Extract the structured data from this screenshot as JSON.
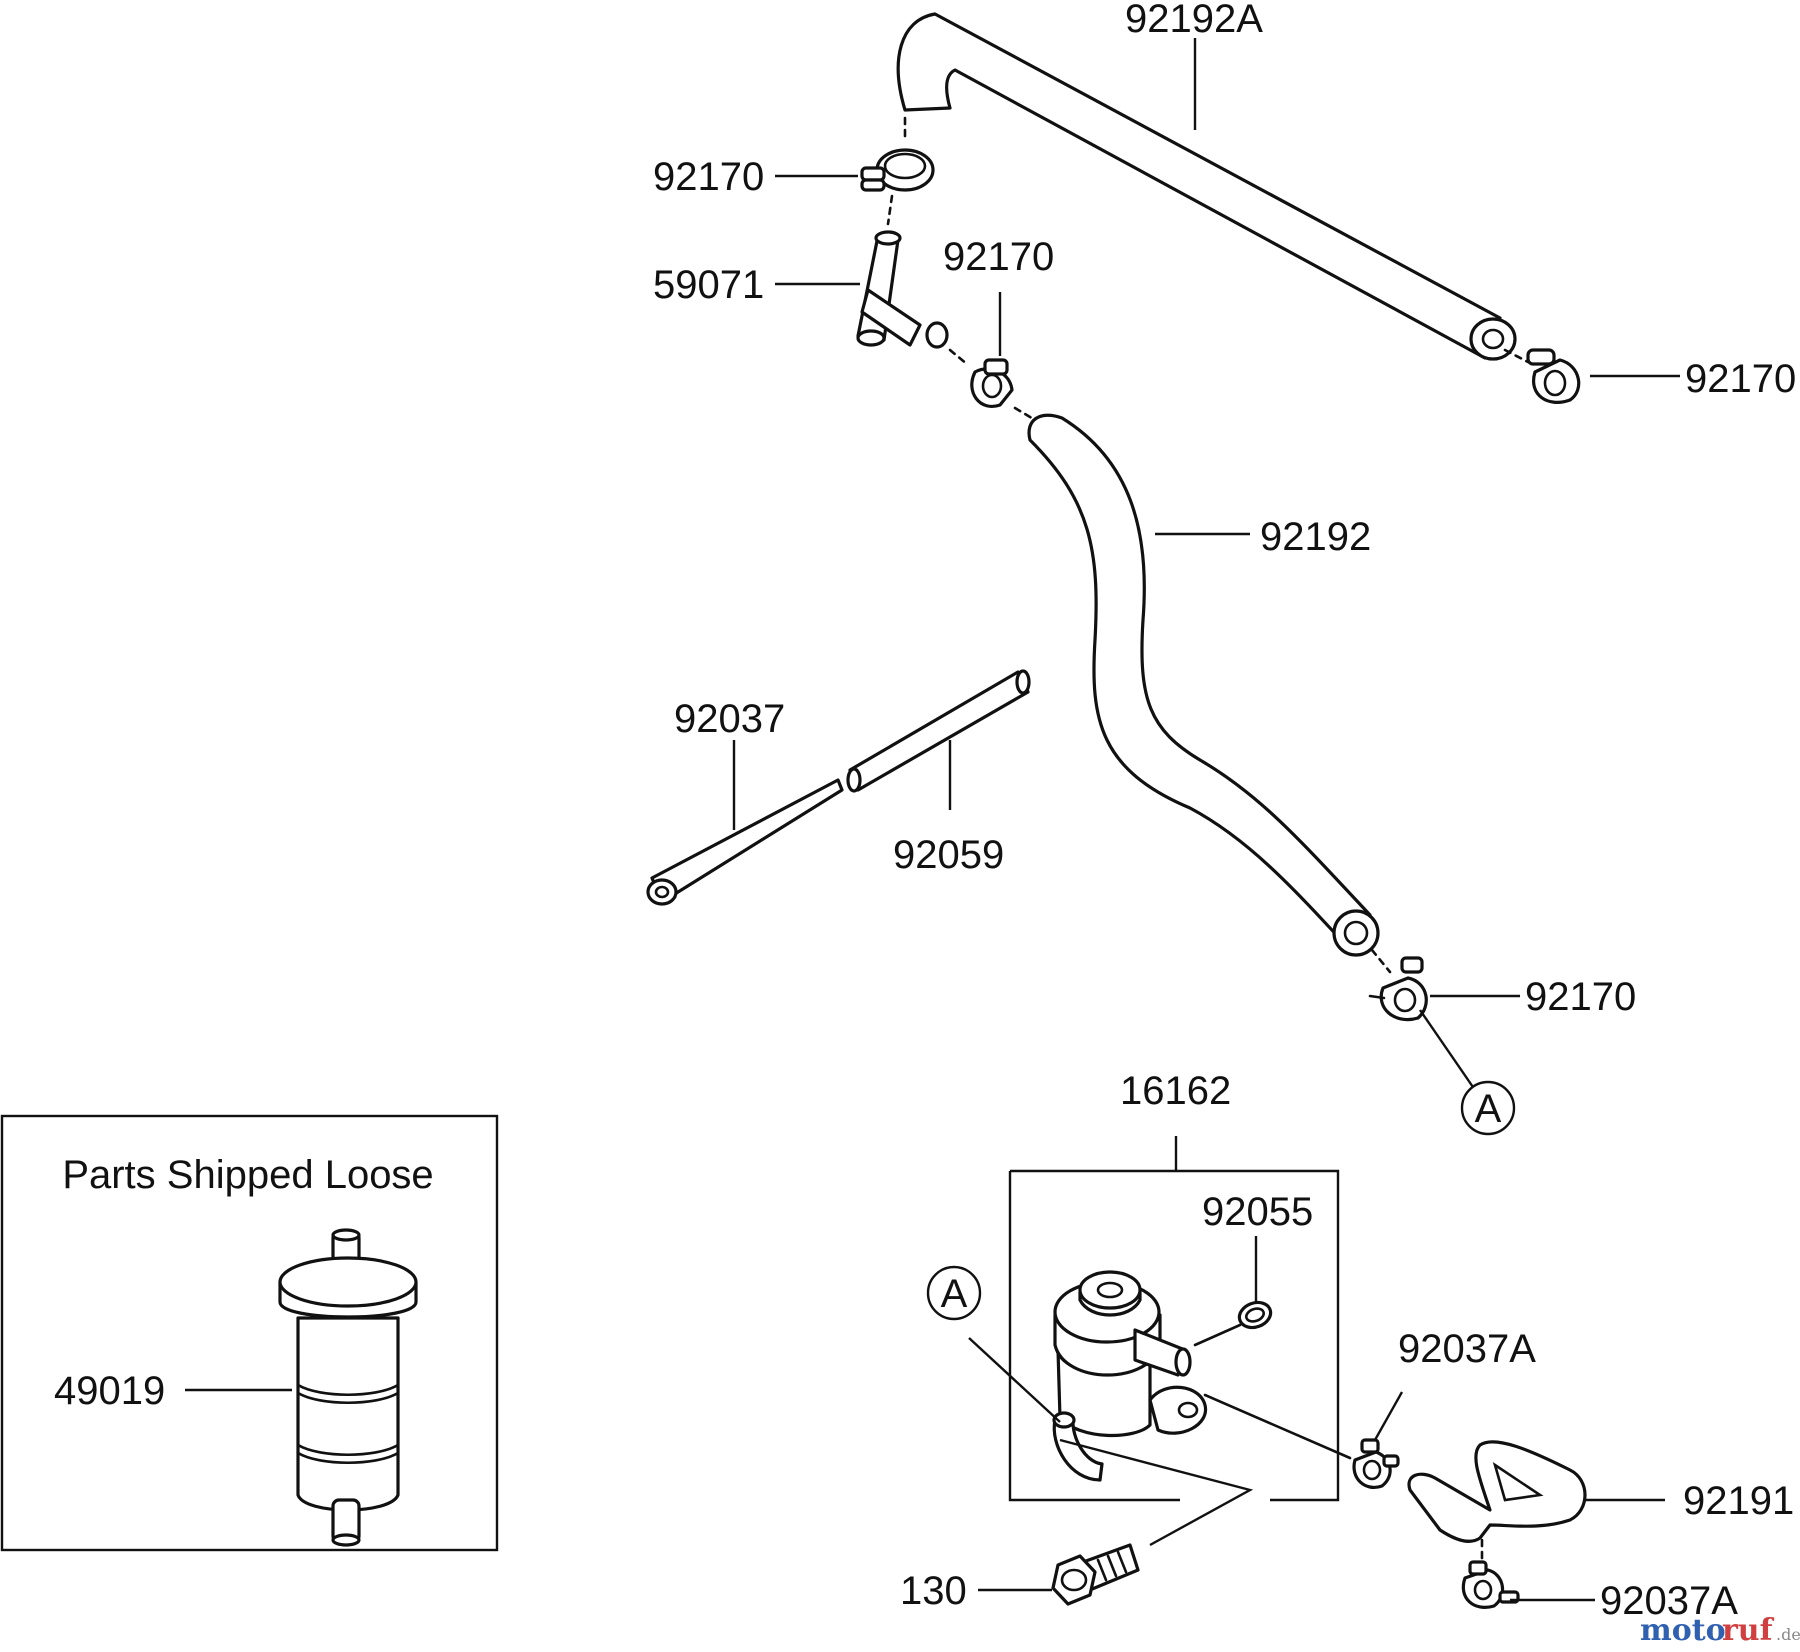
{
  "labels": {
    "hose_top": "92192A",
    "clamp_top_left": "92170",
    "clamp_mid": "92170",
    "clamp_right": "92170",
    "clamp_lower": "92170",
    "joint": "59071",
    "hose_mid": "92192",
    "rod": "92037",
    "tube": "92059",
    "regulator_assy": "16162",
    "oring": "92055",
    "clamp_small_1": "92037A",
    "clamp_small_2": "92037A",
    "hose_bottom": "92191",
    "bolt": "130",
    "filter": "49019"
  },
  "refs": {
    "a_upper": "A",
    "a_lower": "A"
  },
  "loose_box": {
    "title": "Parts Shipped Loose"
  },
  "watermark": {
    "part1": "moto",
    "part2": "ruf",
    "suffix": ".de"
  }
}
